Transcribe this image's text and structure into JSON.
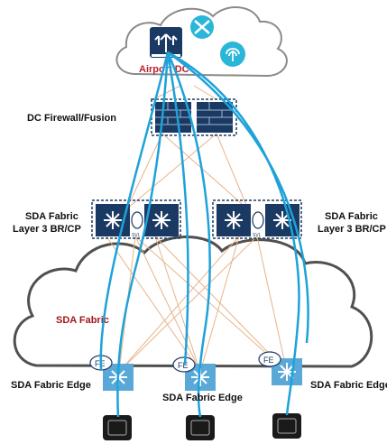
{
  "labels": {
    "dc": "Airport DC",
    "firewall": "DC Firewall/Fusion",
    "border_left_1": "SDA Fabric",
    "border_left_2": "Layer 3 BR/CP",
    "border_right_1": "SDA Fabric",
    "border_right_2": "Layer 3 BR/CP",
    "fabric": "SDA Fabric",
    "edge_left": "SDA Fabric Edge",
    "edge_center": "SDA Fabric Edge",
    "edge_right": "SDA Fabric Edge",
    "fe_badge": "FE",
    "svl": "SVL"
  },
  "colors": {
    "cloud_outline": "#8a8a8a",
    "fabric_cloud_outline": "#505050",
    "device_navy": "#1b3a63",
    "edge_blue": "#5aa8d8",
    "flow_blue": "#1ea2d9",
    "mesh_line": "#e8b48a",
    "dc_text": "#c0202e",
    "fabric_text": "#a3161b",
    "teal_icon": "#29b6d8"
  }
}
